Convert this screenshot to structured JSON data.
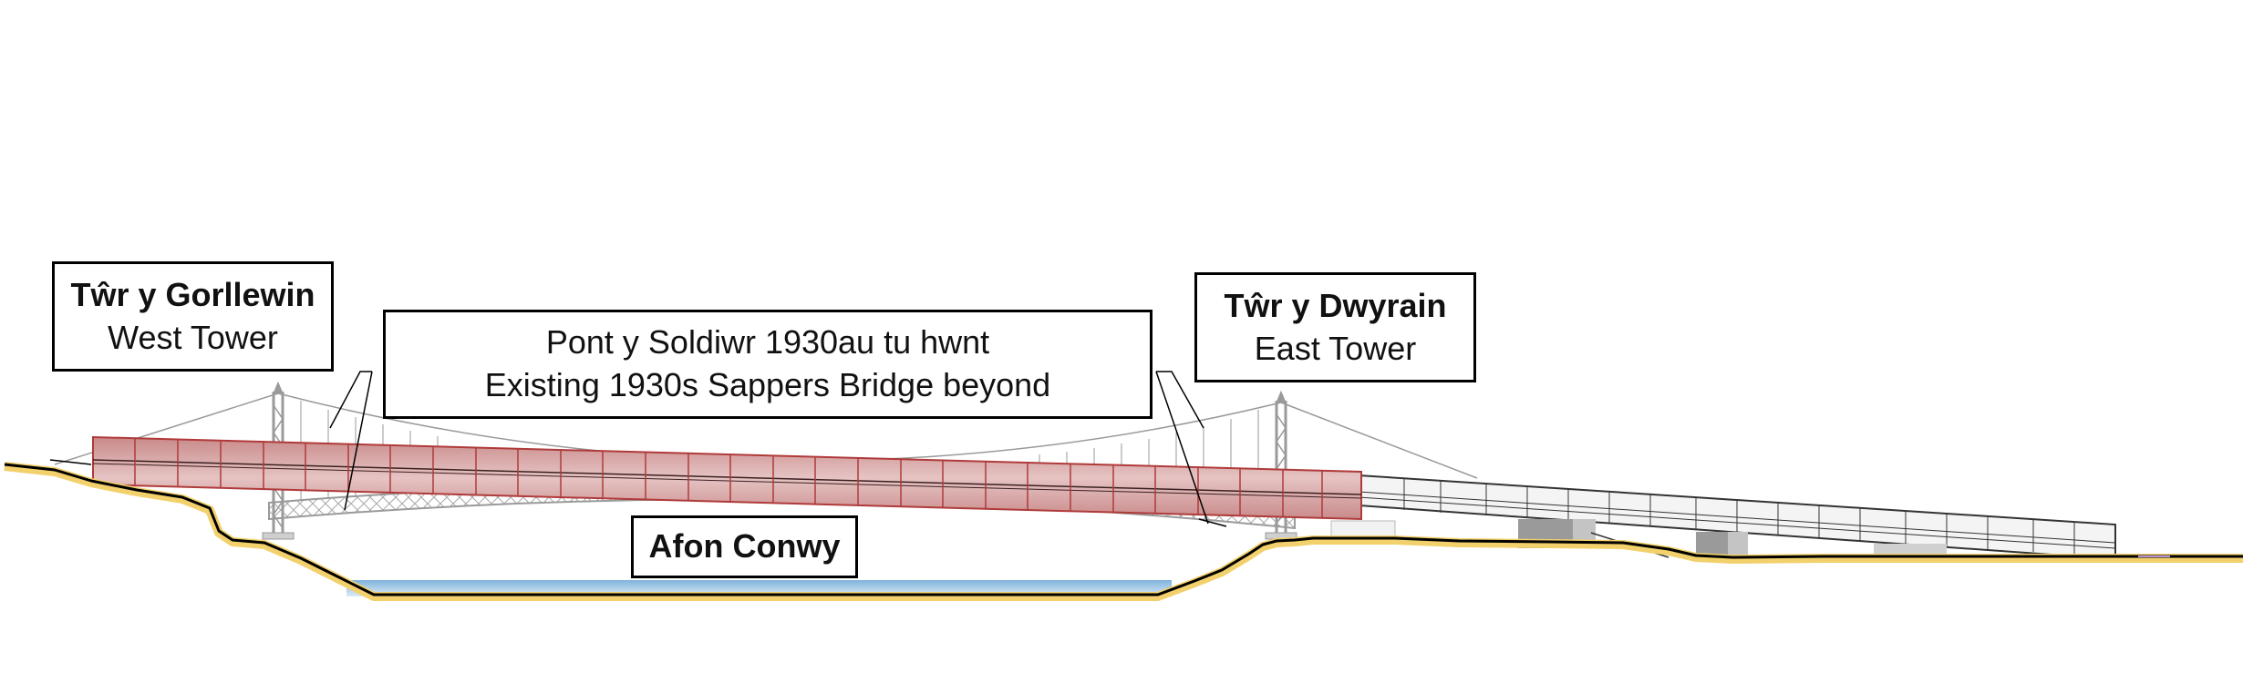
{
  "labels": {
    "west_tower": {
      "primary": "Tŵr y Gorllewin",
      "secondary": "West Tower"
    },
    "sappers_bridge": {
      "primary": "Pont y Soldiwr 1930au tu hwnt",
      "secondary": "Existing 1930s Sappers Bridge beyond"
    },
    "east_tower": {
      "primary": "Tŵr y Dwyrain",
      "secondary": "East Tower"
    },
    "river": {
      "primary": "Afon Conwy"
    }
  },
  "colors": {
    "proposed_deck_fill": "#d9a6a6",
    "proposed_deck_stroke": "#b03a3a",
    "ground_line": "#000000",
    "ground_highlight": "#f2d06b",
    "water": "#a9cde6",
    "existing_structure": "#9a9a9a"
  }
}
